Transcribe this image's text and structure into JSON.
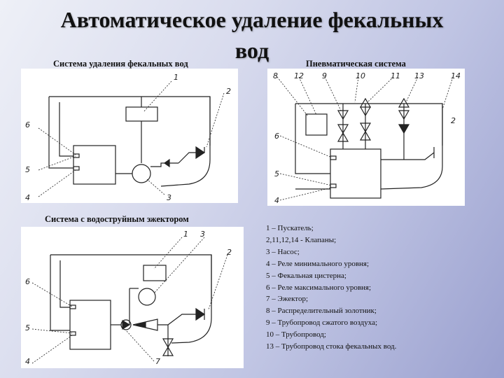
{
  "title": {
    "line1": "Автоматическое удаление фекальных",
    "line2": "вод"
  },
  "diagram1": {
    "caption": "Система удаления фекальных вод",
    "labels": [
      "1",
      "2",
      "3",
      "4",
      "5",
      "6"
    ]
  },
  "diagram2": {
    "caption": "Пневматическая система",
    "labels": [
      "8",
      "12",
      "9",
      "10",
      "11",
      "13",
      "14",
      "6",
      "5",
      "4",
      "2"
    ]
  },
  "diagram3": {
    "caption": "Система с водоструйным эжектором",
    "labels": [
      "1",
      "3",
      "2",
      "6",
      "5",
      "4",
      "7"
    ]
  },
  "legend": [
    "1 – Пускатель;",
    "2,11,12,14 - Клапаны;",
    "3 – Насос;",
    "4 – Реле минимального уровня;",
    "5 – Фекальная цистерна;",
    "6 – Реле максимального уровня;",
    "7 – Эжектор;",
    "8 – Распределительный золотник;",
    "9 – Трубопровод сжатого воздуха;",
    "10 – Трубопровод;",
    "13 – Трубопровод стока фекальных вод."
  ]
}
